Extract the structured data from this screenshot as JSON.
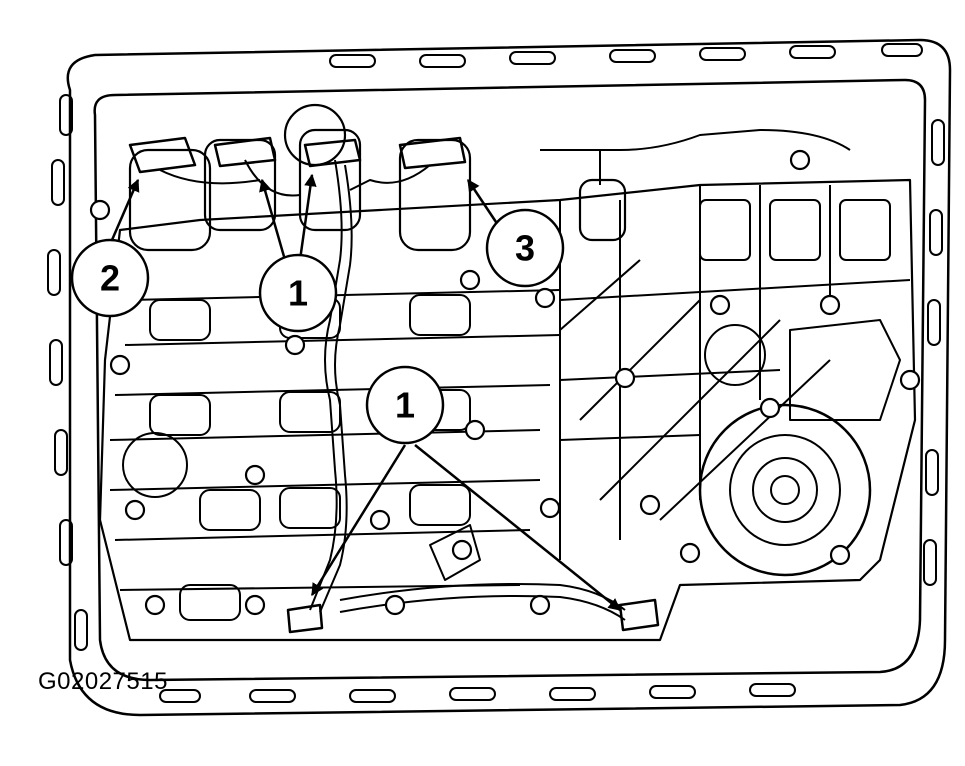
{
  "figure_code": "G02027515",
  "callouts": [
    {
      "id": "callout-2",
      "label": "2"
    },
    {
      "id": "callout-1-top",
      "label": "1"
    },
    {
      "id": "callout-3",
      "label": "3"
    },
    {
      "id": "callout-1-bottom",
      "label": "1"
    }
  ]
}
